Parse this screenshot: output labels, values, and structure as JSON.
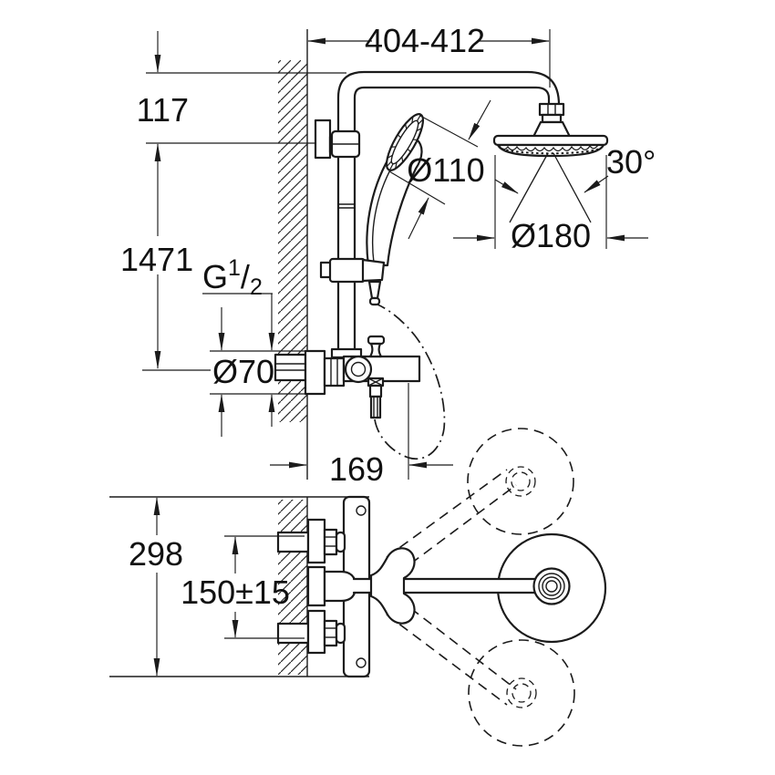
{
  "colors": {
    "ink": "#1b1b1b",
    "paper": "#ffffff"
  },
  "dims": {
    "top_width": "404-412",
    "arm_drop": "117",
    "column_height": "1471",
    "thread_prefix": "G",
    "thread_num": "1",
    "thread_slash": "/",
    "thread_den": "2",
    "flange_dia": "Ø70",
    "hand_shower_dia": "Ø110",
    "head_shower_dia": "Ø180",
    "swivel_angle": "30°",
    "projection": "169",
    "valve_height": "298",
    "inlet_spacing": "150±15"
  }
}
